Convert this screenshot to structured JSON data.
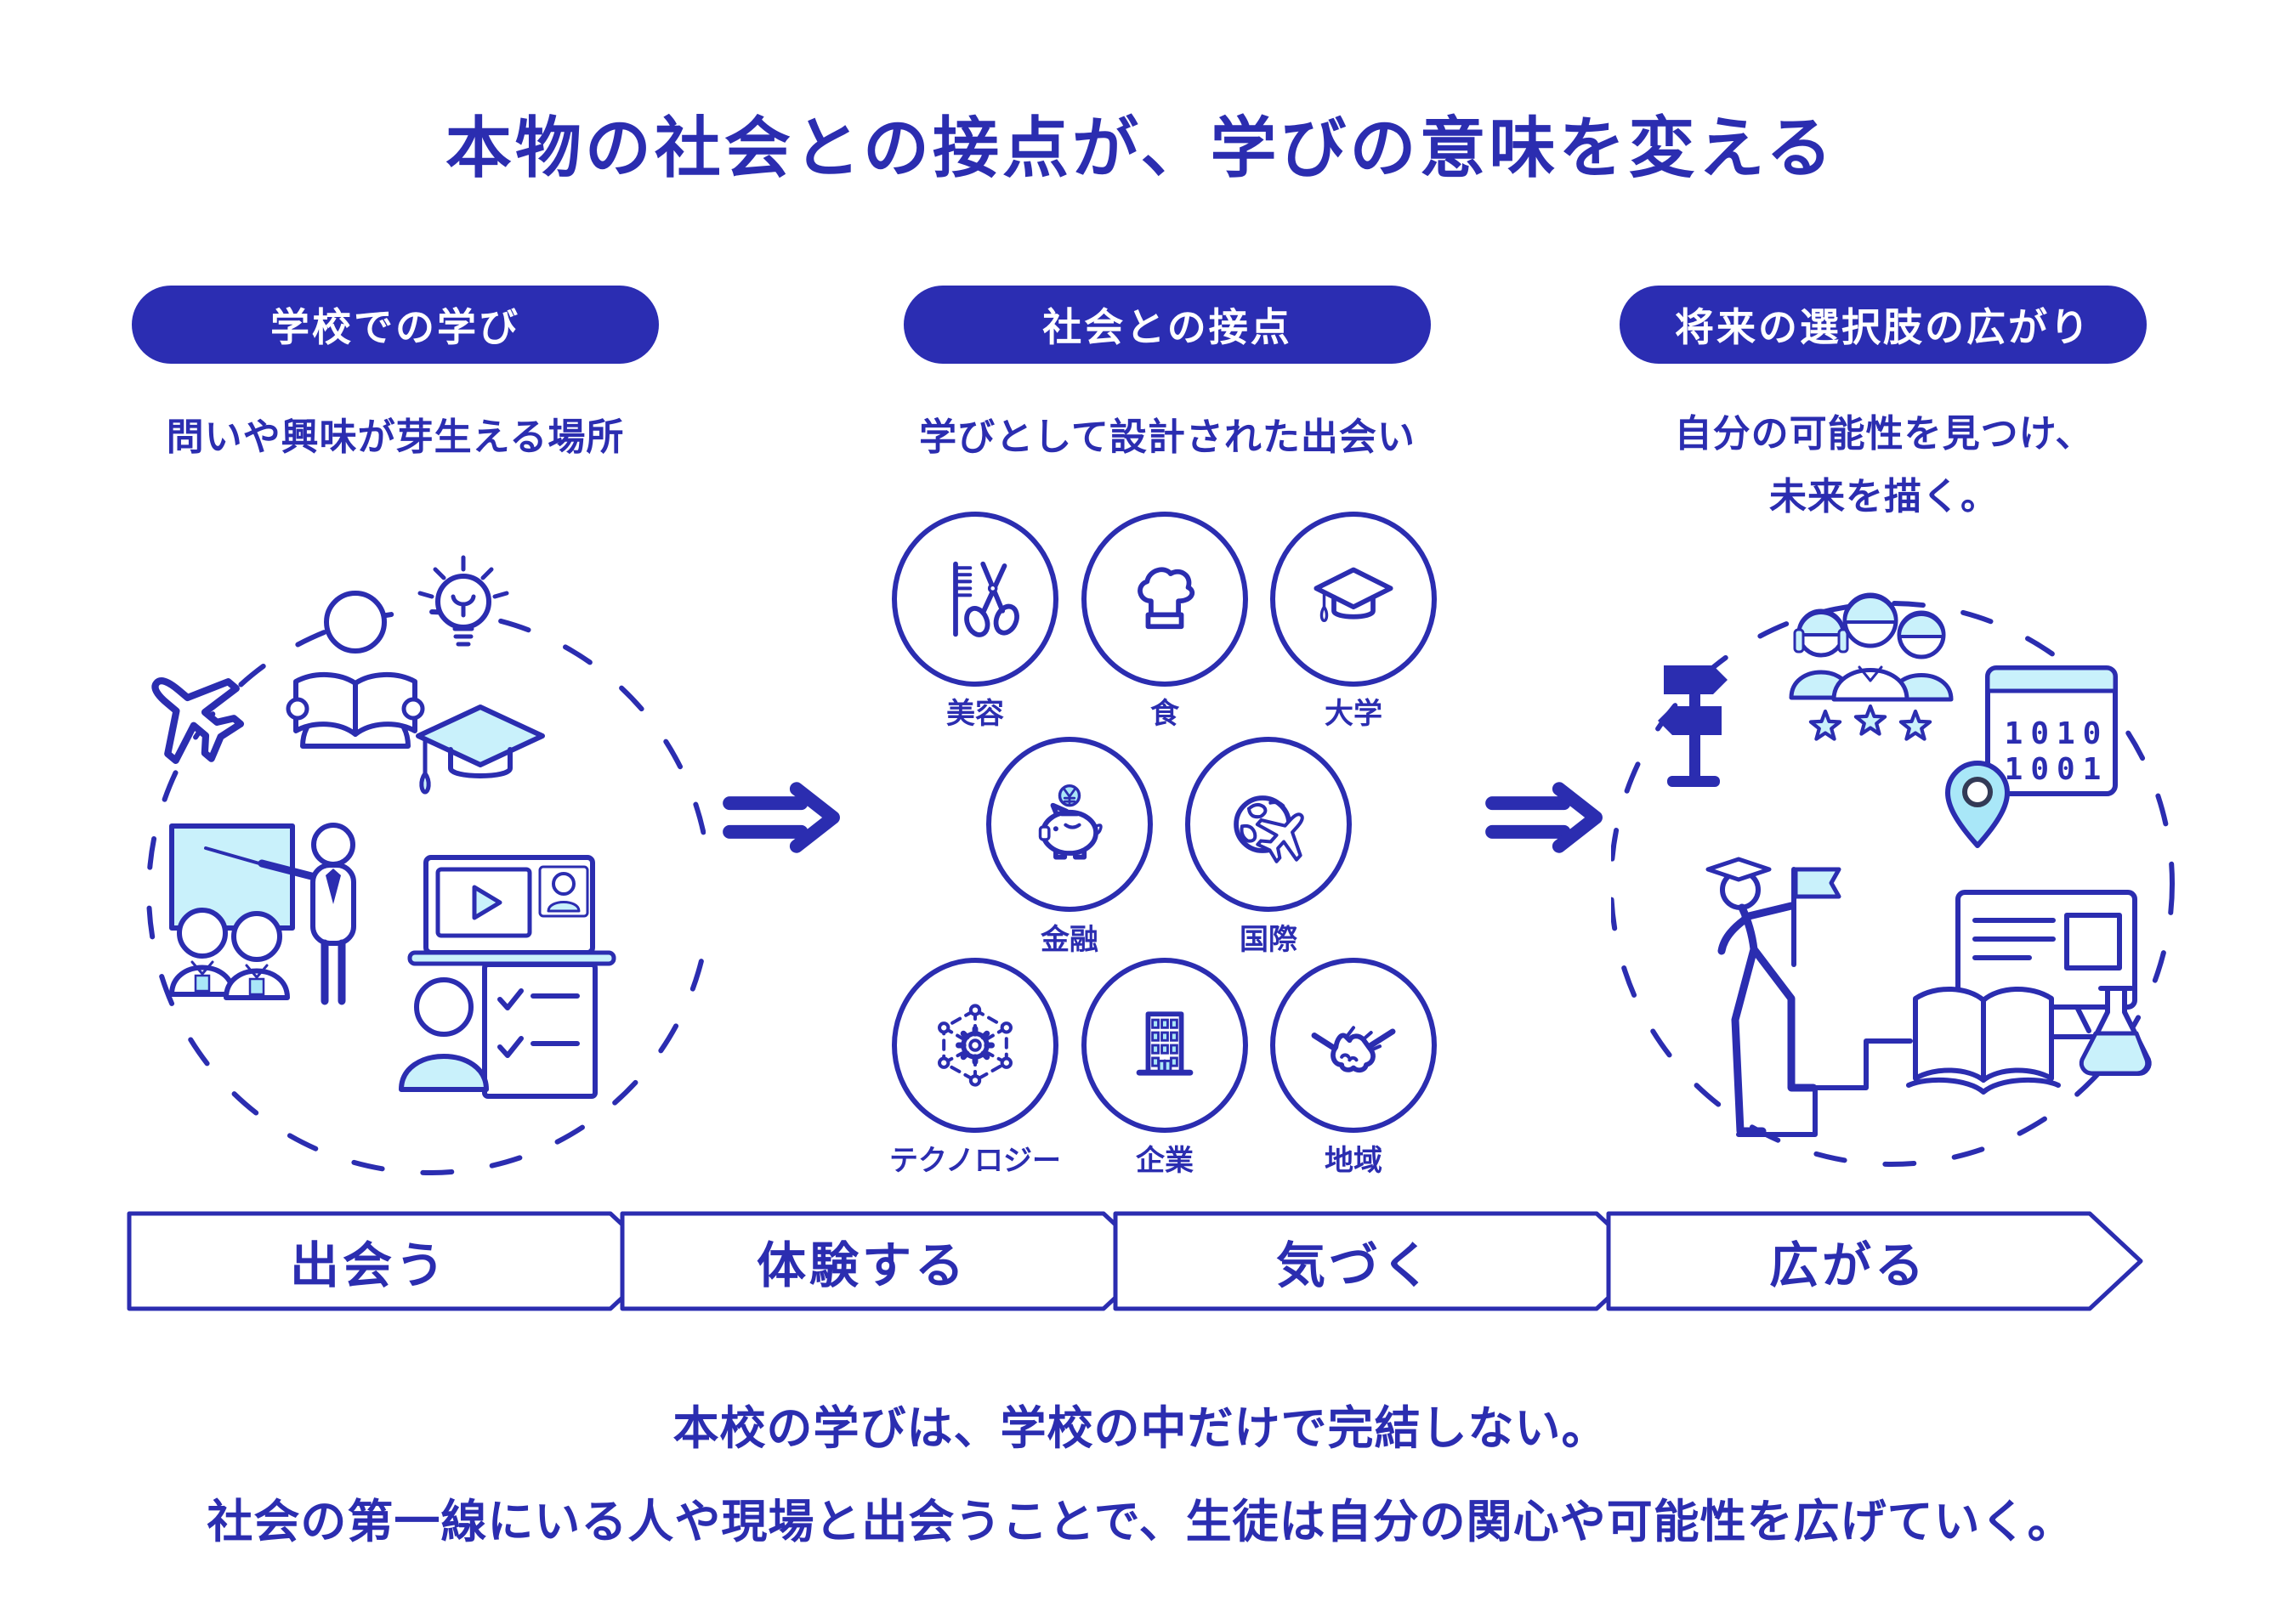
{
  "title": "本物の社会との接点が、学びの意味を変える",
  "columns": [
    {
      "header": "学校での学び",
      "subtitle": "問いや興味が芽生える場所"
    },
    {
      "header": "社会との接点",
      "subtitle": "学びとして設計された出会い"
    },
    {
      "header": "将来の選択肢の広がり",
      "subtitle_line1": "自分の可能性を見つけ、",
      "subtitle_line2": "未来を描く。"
    }
  ],
  "touchpoints": [
    {
      "label": "美容",
      "icon": "comb-scissors-icon"
    },
    {
      "label": "食",
      "icon": "chef-hat-icon"
    },
    {
      "label": "大学",
      "icon": "graduation-cap-icon"
    },
    {
      "label": "金融",
      "icon": "piggy-bank-icon"
    },
    {
      "label": "国際",
      "icon": "globe-airplane-icon"
    },
    {
      "label": "テクノロジー",
      "icon": "network-gear-icon"
    },
    {
      "label": "企業",
      "icon": "office-building-icon"
    },
    {
      "label": "地域",
      "icon": "handshake-icon"
    }
  ],
  "steps": [
    "出会う",
    "体験する",
    "気づく",
    "広がる"
  ],
  "footer": {
    "line1": "本校の学びは、学校の中だけで完結しない。",
    "line2": "社会の第一線にいる人や現場と出会うことで、生徒は自分の関心や可能性を広げていく。"
  },
  "right_panel": {
    "binary_line1": "1010",
    "binary_line2": "1001"
  },
  "colors": {
    "primary": "#2b2db0",
    "pill_fill": "#2b2db2",
    "light_fill": "#c9f1fb",
    "accent_fill": "#a9e7f8",
    "text_on_pill": "#ffffff"
  }
}
